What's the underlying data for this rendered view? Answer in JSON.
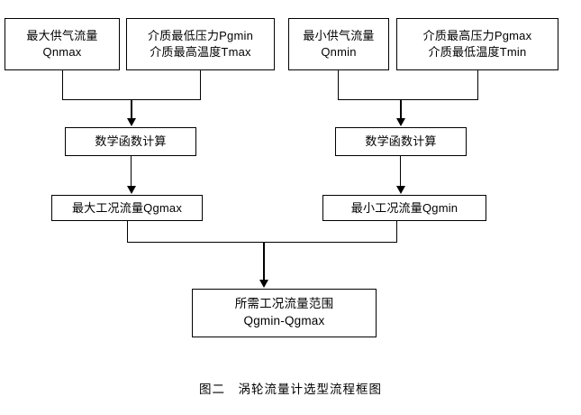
{
  "figure": {
    "caption": "图二　涡轮流量计选型流程框图",
    "line_color": "#000000",
    "background_color": "#ffffff"
  },
  "nodes": {
    "input_max_supply_flow": {
      "line1": "最大供气流量",
      "line2": "Qnmax"
    },
    "input_min_pressure_max_temp": {
      "line1": "介质最低压力Pgmin",
      "line2": "介质最高温度Tmax"
    },
    "input_min_supply_flow": {
      "line1": "最小供气流量",
      "line2": "Qnmin"
    },
    "input_max_pressure_min_temp": {
      "line1": "介质最高压力Pgmax",
      "line2": "介质最低温度Tmin"
    },
    "calc_left": {
      "line1": "数学函数计算"
    },
    "calc_right": {
      "line1": "数学函数计算"
    },
    "result_max_working_flow": {
      "line1": "最大工况流量Qgmax"
    },
    "result_min_working_flow": {
      "line1": "最小工况流量Qgmin"
    },
    "final_range": {
      "line1": "所需工况流量范围",
      "line2": "Qgmin-Qgmax"
    }
  }
}
